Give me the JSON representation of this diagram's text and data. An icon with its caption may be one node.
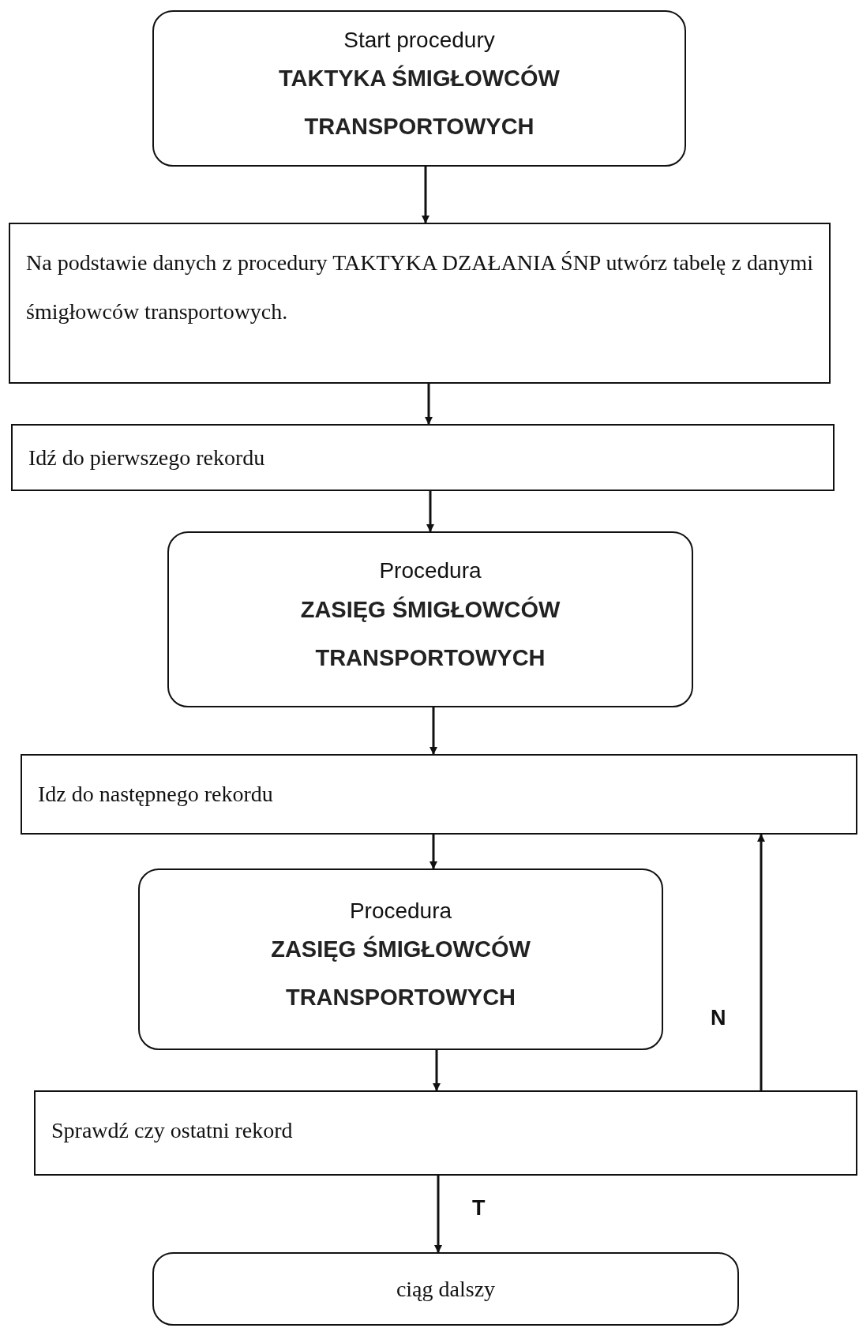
{
  "diagram": {
    "nodes": [
      {
        "text": [
          "Start procedury",
          "TAKTYKA ŚMIGŁOWCÓW TRANSPORTOWYCH"
        ]
      },
      {
        "text": [
          "Na podstawie danych z procedury TAKTYKA DZAŁANIA ŚNP utwórz tabelę z danymi śmigłowców transportowych."
        ]
      },
      {
        "text": [
          "Idź do pierwszego rekordu"
        ]
      },
      {
        "text": [
          "Procedura",
          "ZASIĘG ŚMIGŁOWCÓW TRANSPORTOWYCH"
        ]
      },
      {
        "text": [
          "Idz do następnego rekordu"
        ]
      },
      {
        "text": [
          "Procedura",
          "ZASIĘG ŚMIGŁOWCÓW TRANSPORTOWYCH"
        ]
      },
      {
        "text": [
          "Sprawdź czy ostatni rekord"
        ]
      },
      {
        "text": [
          "ciąg dalszy"
        ]
      }
    ],
    "edges": [
      {
        "from": 0,
        "to": 1,
        "arrow": "to"
      },
      {
        "from": 1,
        "to": 2,
        "arrow": "to"
      },
      {
        "from": 2,
        "to": 3,
        "arrow": "to"
      },
      {
        "from": 3,
        "to": 4,
        "arrow": "to"
      },
      {
        "from": 4,
        "to": 5,
        "arrow": "to"
      },
      {
        "from": 5,
        "to": 6,
        "arrow": "to"
      },
      {
        "from": 6,
        "to": 7,
        "arrow": "to",
        "label": "T"
      },
      {
        "from": 6,
        "to": 4,
        "arrow": "to",
        "label": "N"
      }
    ]
  }
}
